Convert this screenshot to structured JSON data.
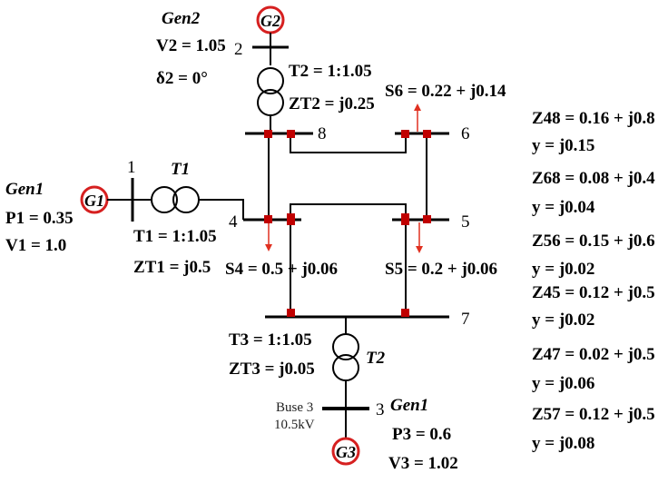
{
  "generators": {
    "g1": {
      "symbol": "G1",
      "name": "Gen1",
      "p": "P1 = 0.35",
      "v": "V1 = 1.0"
    },
    "g2": {
      "symbol": "G2",
      "name": "Gen2",
      "v": "V2 = 1.05",
      "delta": "δ2 = 0°"
    },
    "g3": {
      "symbol": "G3",
      "name": "Gen1",
      "p": "P3 = 0.6",
      "v": "V3 = 1.02"
    }
  },
  "transformers": {
    "t1": {
      "symbol": "T1",
      "ratio": "T1 = 1:1.05",
      "impedance": "ZT1 = j0.5"
    },
    "t2": {
      "symbol": "T2",
      "ratio": "T2 = 1:1.05",
      "impedance": "ZT2 = j0.25"
    },
    "t3": {
      "symbol": "T2",
      "ratio": "T3 = 1:1.05",
      "impedance": "ZT3 = j0.05"
    }
  },
  "buses": {
    "b1": "1",
    "b2": "2",
    "b3": "3",
    "b4": "4",
    "b5": "5",
    "b6": "6",
    "b7": "7",
    "b8": "8"
  },
  "loads": {
    "s4": "S4 = 0.5 + j0.06",
    "s5": "S5 = 0.2 + j0.06",
    "s6": "S6 = 0.22 + j0.14"
  },
  "bus3_note": {
    "line1": "Buse 3",
    "line2": "10.5kV"
  },
  "line_params": [
    {
      "z": "Z48 = 0.16 + j0.8",
      "y": "y = j0.15"
    },
    {
      "z": "Z68 = 0.08 + j0.4",
      "y": "y = j0.04"
    },
    {
      "z": "Z56 = 0.15 + j0.6",
      "y": "y = j0.02"
    },
    {
      "z": "Z45 = 0.12 + j0.5",
      "y": "y = j0.02"
    },
    {
      "z": "Z47 = 0.02 + j0.5",
      "y": "y = j0.06"
    },
    {
      "z": "Z57 = 0.12 + j0.5",
      "y": "y = j0.08"
    }
  ],
  "colors": {
    "generator": "#d62020",
    "breaker": "#c00000",
    "load_arrow": "#e03020",
    "line": "#000000"
  }
}
